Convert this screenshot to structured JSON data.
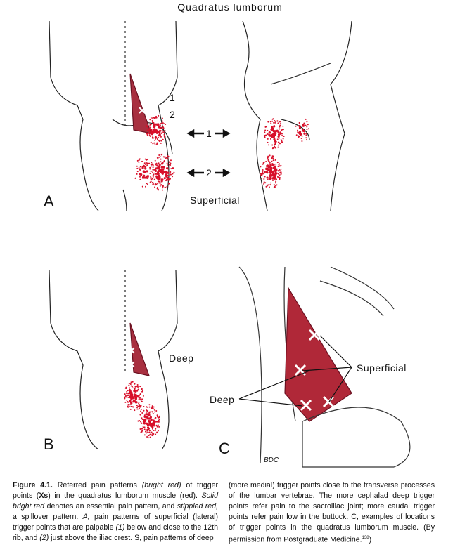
{
  "title": "Quadratus lumborum",
  "panel_labels": {
    "a": "A",
    "b": "B",
    "c": "C"
  },
  "labels": {
    "trigger_1": "1",
    "trigger_2": "2",
    "arrow_1": "1",
    "arrow_2": "2",
    "superficial_a": "Superficial",
    "deep_b": "Deep",
    "superficial_c": "Superficial",
    "deep_c": "Deep",
    "artist_signature": "BDC"
  },
  "colors": {
    "red": "#d8102a",
    "muscle": "#a83040"
  },
  "caption": {
    "figure_number": "Figure 4.1.",
    "col1_part1": " Referred pain patterns ",
    "col1_em1": "(bright red)",
    "col1_part2": " of trigger points (",
    "col1_bold": "Xs",
    "col1_part3": ") in the quadratus lumborum muscle (red). ",
    "col1_em2": "Solid bright red",
    "col1_part4": " denotes an essential pain pattern, and ",
    "col1_em3": "stippled red,",
    "col1_part5": " a spillover pattern. ",
    "col1_em4": "A,",
    "col1_part6": " pain patterns of superficial (lateral) trigger points that are palpable ",
    "col1_em5": "(1)",
    "col1_part7": " below and close to the 12th rib, and ",
    "col1_em6": "(2)",
    "col1_part8": " just above the iliac crest. S, pain patterns of deep",
    "col2_text": "(more medial) trigger points close to the transverse processes of the lumbar vertebrae. The more cephalad deep trigger points refer pain to the sacroiliac joint; more caudal trigger points refer pain low in the buttock. C, examples of locations of trigger points in the quadratus lumborum muscle. (By permission from Postgraduate Medicine.",
    "reference_sup": "138",
    "col2_end": ")"
  }
}
